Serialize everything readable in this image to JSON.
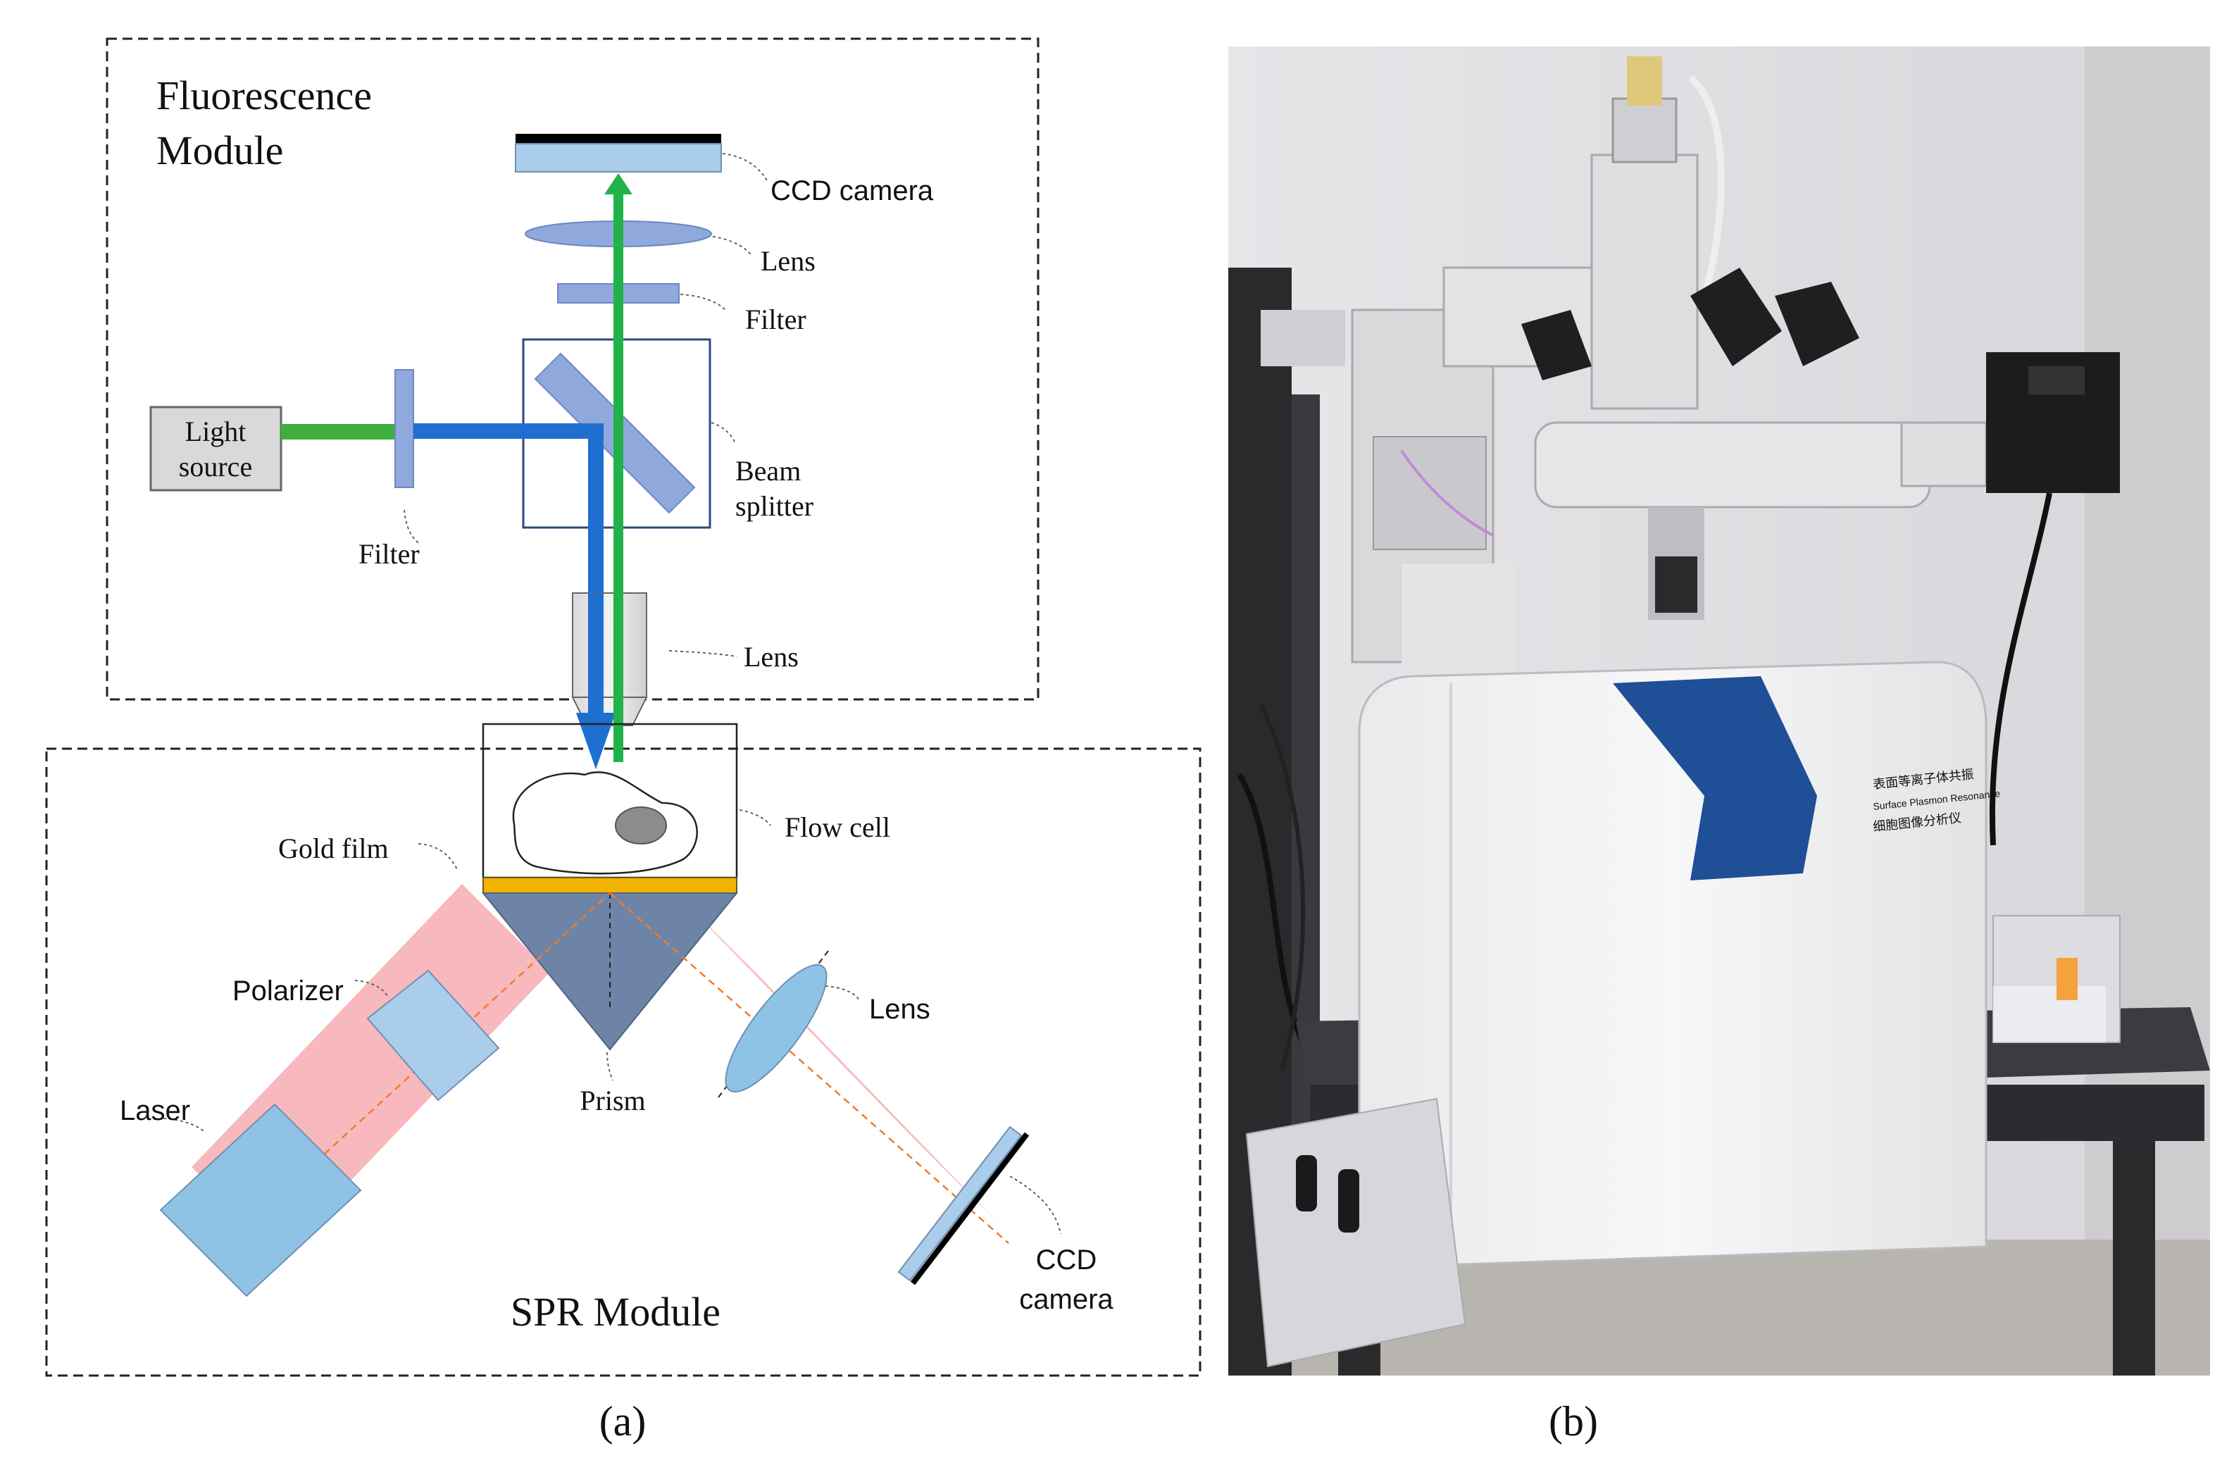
{
  "fluorescence_module": {
    "title_line1": "Fluorescence",
    "title_line2": "Module",
    "ccd_camera": "CCD camera",
    "lens_top": "Lens",
    "filter_top": "Filter",
    "light_source_line1": "Light",
    "light_source_line2": "source",
    "beam_splitter_line1": "Beam",
    "beam_splitter_line2": "splitter",
    "filter_left": "Filter",
    "lens_objective": "Lens"
  },
  "spr_module": {
    "title": "SPR Module",
    "flow_cell": "Flow cell",
    "gold_film": "Gold film",
    "polarizer": "Polarizer",
    "laser": "Laser",
    "prism": "Prism",
    "lens": "Lens",
    "ccd_line1": "CCD",
    "ccd_line2": "camera"
  },
  "captions": {
    "a": "(a)",
    "b": "(b)"
  },
  "photo_panel": {
    "device_label_line1": "表面等离子体共振",
    "device_label_line2": "Surface Plasmon Resonance",
    "device_label_line3": "细胞图像分析仪"
  },
  "colors": {
    "excitation_beam": "#1f6fd1",
    "emission_beam": "#22b24a",
    "source_beam": "#3fae3f",
    "optic_blue": "#8fa9dc",
    "camera_blue": "#a9cdea",
    "laser_beam": "#f7b9bd",
    "prism": "#6e84a6",
    "gold": "#f2b400",
    "device_blue": "#1f4f96"
  }
}
